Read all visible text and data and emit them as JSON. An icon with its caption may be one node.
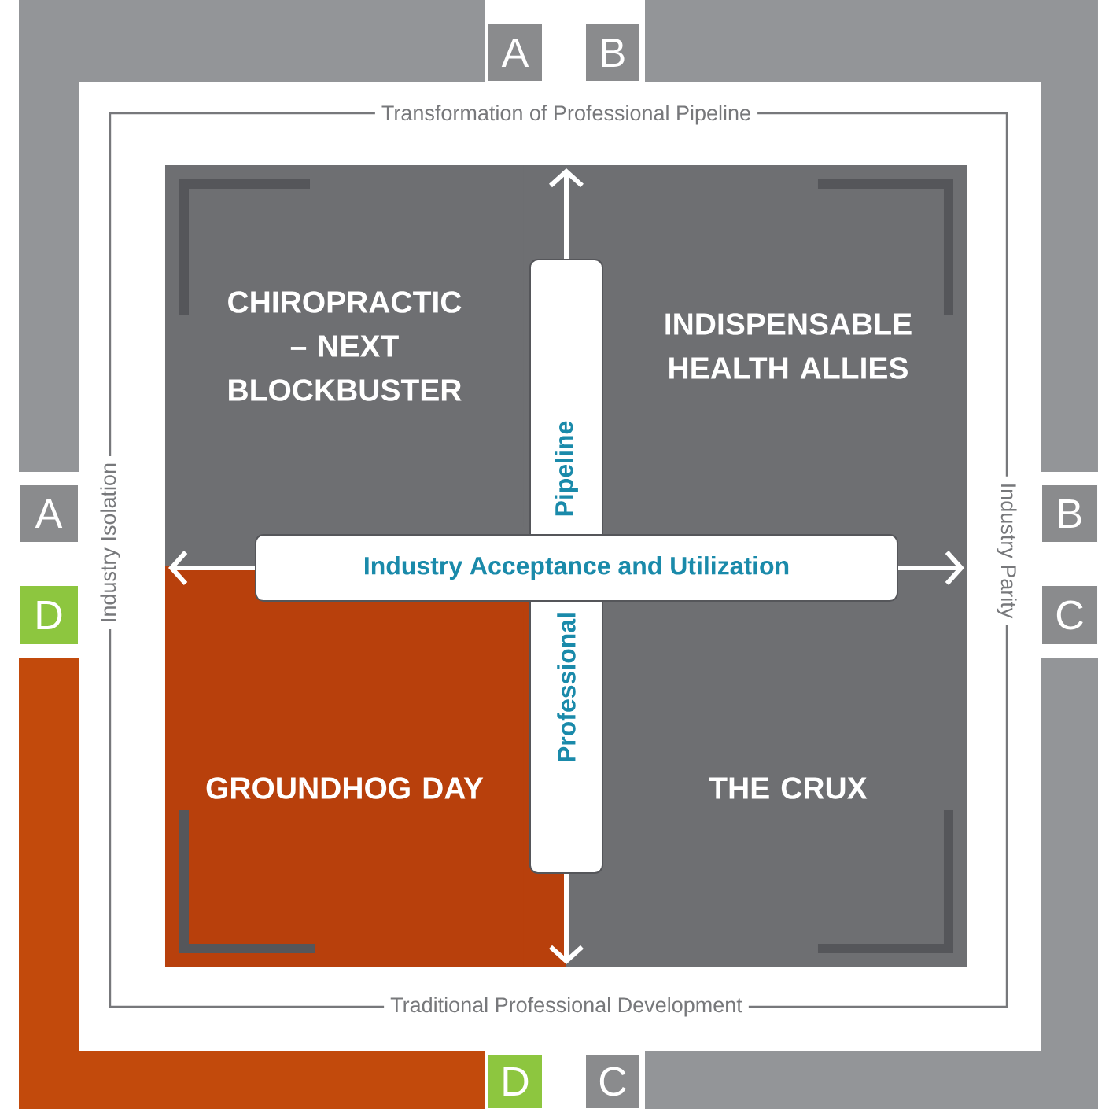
{
  "diagram": {
    "nodes": [
      {
        "text": [
          "A"
        ]
      },
      {
        "text": [
          "B"
        ]
      },
      {
        "text": [
          "A"
        ]
      },
      {
        "text": [
          "B"
        ]
      },
      {
        "text": [
          "D"
        ]
      },
      {
        "text": [
          "C"
        ]
      },
      {
        "text": [
          "CHIROPRACTIC – NEXT BLOCKBUSTER"
        ]
      },
      {
        "text": [
          "INDISPENSABLE HEALTH ALLIES"
        ]
      },
      {
        "text": [
          "Industry Acceptance and Utilization"
        ]
      },
      {
        "text": [
          "Professional",
          "Pipeline"
        ]
      },
      {
        "text": [
          "GROUNDHOG DAY"
        ]
      },
      {
        "text": [
          "THE CRUX"
        ]
      },
      {
        "text": [
          "D"
        ]
      },
      {
        "text": [
          "C"
        ]
      }
    ],
    "labels": [
      "Transformation of Professional Pipeline",
      "Industry Isolation",
      "Industry Parity",
      "Traditional Professional Development"
    ]
  }
}
